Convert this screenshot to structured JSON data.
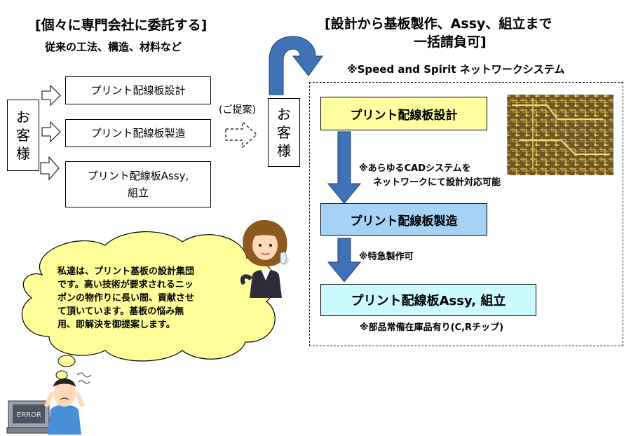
{
  "left": {
    "title": "[個々に専門会社に委託する]",
    "subtitle": "従来の工法、構造、材料など",
    "customer_chars": [
      "お",
      "客",
      "様"
    ],
    "boxes": [
      "プリント配線板設計",
      "プリント配線板製造"
    ],
    "assy_box": {
      "line1": "プリント配線板Assy,",
      "line2": "組立"
    },
    "proposal_label": "(ご提案)"
  },
  "right": {
    "title_line1": "[設計から基板製作、Assy、組立まで",
    "title_line2": "一括請負可]",
    "subtitle": "※Speed and Spirit ネットワークシステム",
    "customer_chars": [
      "お",
      "客",
      "様"
    ],
    "step1": "プリント配線板設計",
    "note1_line1": "※あらゆるCADシステムを",
    "note1_line2": "ネットワークにて設計対応可能",
    "step2": "プリント配線板製造",
    "note2": "※特急製作可",
    "step3": "プリント配線板Assy, 組立",
    "note3": "※部品常備在庫品有り(C,Rチップ)"
  },
  "bubble": {
    "lines": [
      "私達は、プリント基板の設計集団",
      "です。高い技術が要求されるニッ",
      "ポンの物作りに長い間、貢献させ",
      "て頂いています。基板の悩み無",
      "用、即解決を御提案します。"
    ]
  },
  "illustration": {
    "error_label": "ERROR"
  },
  "colors": {
    "yellow": "#ffffa0",
    "blue": "#a5d2f5",
    "cyan": "#ccfbff",
    "arrow_blue": "#3f72b7",
    "bubble": "#ffff99"
  }
}
